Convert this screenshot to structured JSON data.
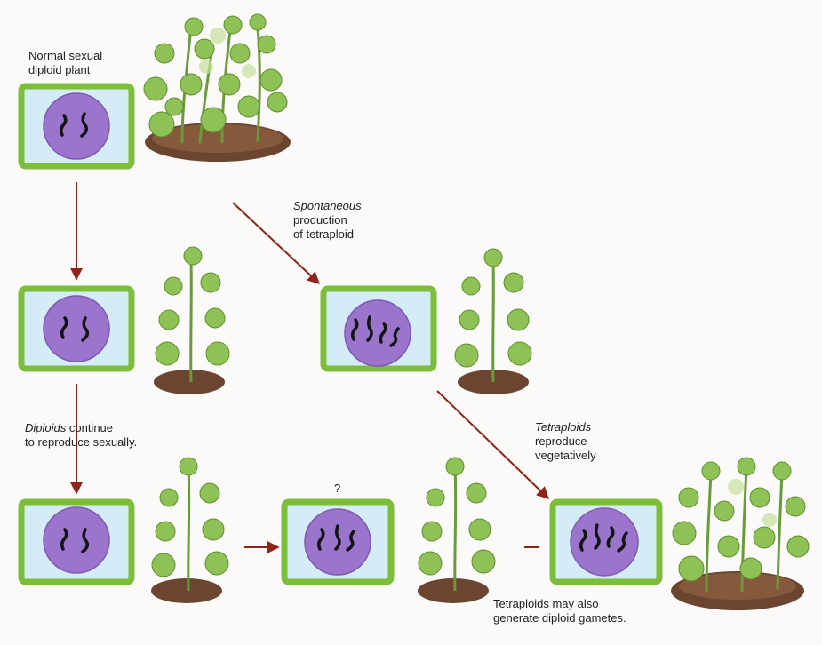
{
  "labels": {
    "normal_diploid": "Normal sexual\ndiploid plant",
    "spontaneous_italic": "Spontaneous",
    "spontaneous_rest": "production\nof tetraploid",
    "diploids_italic": "Diploids",
    "diploids_rest": " continue\nto reproduce sexually.",
    "tetra_veg_italic": "Tetraploids",
    "tetra_veg_rest": "reproduce\nvegetatively",
    "question": "?",
    "tetra_gametes": "Tetraploids may also\ngenerate diploid gametes."
  },
  "colors": {
    "cell_wall": "#7cbd3a",
    "cytoplasm": "#d3ecf5",
    "nucleus": "#9b74cb",
    "chromosome": "#141414",
    "arrow": "#8e2418",
    "leaf": "#8fc256",
    "soil": "#6b4530"
  },
  "cells": [
    {
      "id": "cell-diploid-parent",
      "ploidy": "diploid"
    },
    {
      "id": "cell-diploid-middle",
      "ploidy": "diploid"
    },
    {
      "id": "cell-tetraploid-middle",
      "ploidy": "tetraploid"
    },
    {
      "id": "cell-diploid-bottom",
      "ploidy": "diploid"
    },
    {
      "id": "cell-triploid-bottom",
      "ploidy": "triploid"
    },
    {
      "id": "cell-tetraploid-bottom",
      "ploidy": "tetraploid"
    }
  ]
}
